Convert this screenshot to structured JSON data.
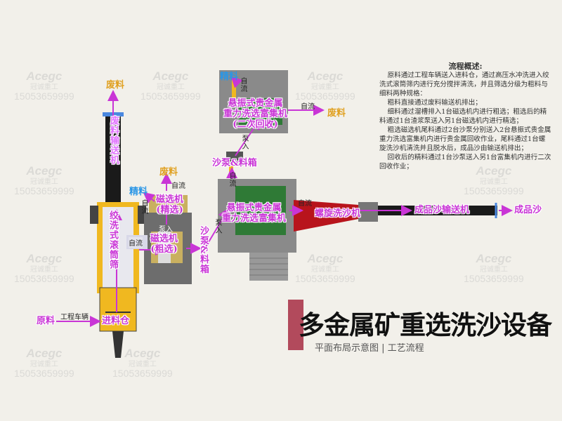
{
  "summary": {
    "title": "流程概述:",
    "paragraphs": [
      "原料通过工程车辆送入进料仓，通过高压水冲洗进入绞洗式滚筒筛内进行充分搅拌清洗，并且筛选分级为粗料与细料两种规格：",
      "粗料直接通过废料输送机排出；",
      "细料通过溜槽排入1台磁选机内进行粗选；粗选后的精料通过1台渣浆泵送入另1台磁选机内进行精选；",
      "粗选磁选机尾料通过2台沙泵分别送入2台悬振式贵金属重力洗选富集机内进行贵金属回收作业，尾料通过1台螺旋洗沙机清洗并且脱水后，成品沙由输送机排出；",
      "回收后的精料通过1台沙泵送入另1台富集机内进行二次回收作业；"
    ]
  },
  "title": {
    "main": "多金属矿重选洗沙设备",
    "sub": "平面布局示意图 | 工艺流程"
  },
  "labels": {
    "raw_material": "原料",
    "vehicle": "工程车辆",
    "feed_bin": "进料仓",
    "drum_screen": "绞洗式滚筒筛",
    "waste_conveyor": "废料输送机",
    "waste_top": "废料",
    "waste_mag": "废料",
    "waste_right": "废料",
    "gravity_flow_mag": "自流",
    "gravity_flow_fine": "自流",
    "gravity_flow_drum": "自流",
    "gravity_flow_conc2": "自流",
    "gravity_flow_waste2": "自流",
    "gravity_flow_box": "自流",
    "gravity_flow_spiral": "自流",
    "concentrate_mag": "精料",
    "concentrate_top": "精料",
    "mag_fine": "磁选机\n(精选)",
    "mag_rough": "磁选机\n(粗选)",
    "pump_in_1": "泵入",
    "pump_in_2": "泵入",
    "pump_in_3": "泵入",
    "pump_box_1": "沙泵&料箱",
    "pump_box_2": "沙泵&料箱",
    "concentrator_1": "悬振式贵金属\n重力洗选富集机",
    "concentrator_2": "悬振式贵金属\n重力洗选富集机\n(二次回收)",
    "spiral_washer": "螺旋洗沙机",
    "product_conveyor": "成品沙输送机",
    "product_sand": "成品沙"
  },
  "watermark": {
    "brand": "Acegc",
    "cn": "冠诚重工",
    "phone": "15053659999"
  },
  "colors": {
    "label": "#c935d6",
    "waste": "#e0a020",
    "concentrate": "#2a96e6",
    "accent_bar": "#b24a5c",
    "machine_green": "#2f7a36",
    "frame_yellow": "#f0b820",
    "washer_red": "#b8141c"
  }
}
